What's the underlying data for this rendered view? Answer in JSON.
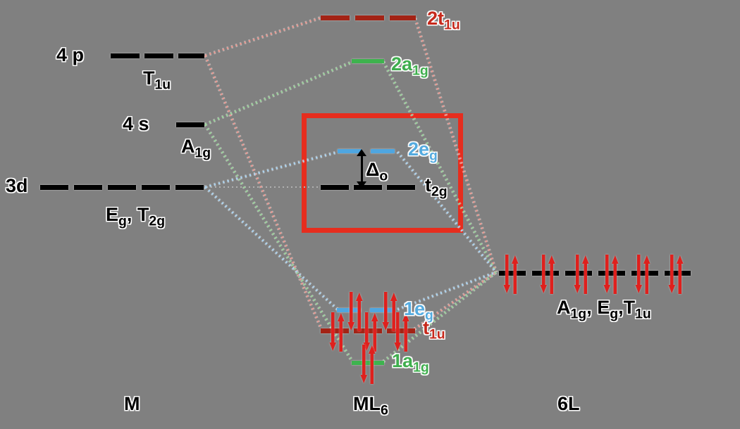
{
  "diagram_type": "molecular-orbital-correlation-diagram",
  "columns": {
    "metal": "M",
    "complex": [
      {
        "t": "ML"
      },
      {
        "s": "6"
      }
    ],
    "ligand": "6L"
  },
  "metal_orbitals": {
    "p4": {
      "name": "4 p",
      "symmetry": [
        {
          "t": "T"
        },
        {
          "s": "1u"
        }
      ]
    },
    "s4": {
      "name": "4 s",
      "symmetry": [
        {
          "t": "A"
        },
        {
          "s": "1g"
        }
      ]
    },
    "d3": {
      "name": "3d",
      "symmetry": [
        {
          "t": "E"
        },
        {
          "s": "g"
        },
        {
          "t": ", T"
        },
        {
          "s": "2g"
        }
      ]
    }
  },
  "molecular_orbitals": {
    "t1u2": {
      "label": [
        {
          "t": "2t"
        },
        {
          "s": "1u"
        }
      ],
      "electron_pairs": 0
    },
    "a1g2": {
      "label": [
        {
          "t": "2a"
        },
        {
          "s": "1g"
        }
      ],
      "electron_pairs": 0
    },
    "eg2": {
      "label": [
        {
          "t": "2e"
        },
        {
          "s": "g"
        }
      ],
      "electron_pairs": 0
    },
    "t2g": {
      "label": [
        {
          "t": "t"
        },
        {
          "s": "2g"
        }
      ],
      "electron_pairs": 0
    },
    "eg1": {
      "label": [
        {
          "t": "1e"
        },
        {
          "s": "g"
        }
      ],
      "electron_pairs": 2
    },
    "t1u1": {
      "label": [
        {
          "t": "t"
        },
        {
          "s": "1u"
        }
      ],
      "electron_pairs": 3
    },
    "a1g1": {
      "label": [
        {
          "t": "1a"
        },
        {
          "s": "1g"
        }
      ],
      "electron_pairs": 1
    }
  },
  "ligand_orbitals": {
    "symmetry": [
      {
        "t": "A"
      },
      {
        "s": "1g"
      },
      {
        "t": ", E"
      },
      {
        "s": "g"
      },
      {
        "t": ",T"
      },
      {
        "s": "1u"
      }
    ],
    "electron_pairs": 6
  },
  "splitting": {
    "label": [
      {
        "t": "Δ"
      },
      {
        "s": "o"
      }
    ]
  },
  "colors": {
    "background": "#808080",
    "black": "#000000",
    "highlight_box": "#e62d1e",
    "electron_arrow": "#df201d",
    "level_red": "#a32315",
    "level_green": "#3eb34e",
    "level_blue": "#4fa6e0",
    "label_red": "#c6291c",
    "label_green": "#3fae4e",
    "label_blue": "#55abdf",
    "line_pink": "#e79a92",
    "line_green": "#9ad19a",
    "line_blue": "#abd2ee",
    "line_gray": "#b0b0b0"
  }
}
